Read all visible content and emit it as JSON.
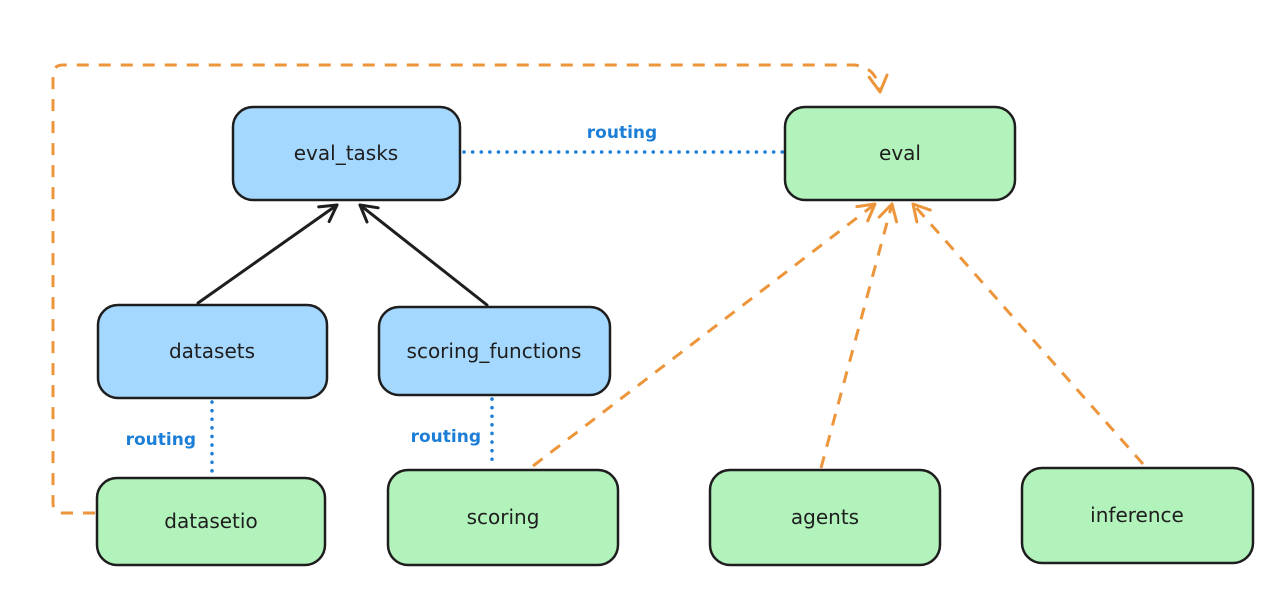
{
  "diagram": {
    "type": "architecture-routing-diagram",
    "colors": {
      "background": "#ffffff",
      "node_border": "#1e1e1e",
      "blue_node_fill": "#a5d8ff",
      "green_node_fill": "#b2f2bb",
      "routing_blue": "#1c7ed6",
      "orange_dashed": "#ec953b",
      "black_arrow": "#1e1e1e"
    },
    "nodes": {
      "eval_tasks": {
        "label": "eval_tasks",
        "fill": "#a5d8ff"
      },
      "eval": {
        "label": "eval",
        "fill": "#b2f2bb"
      },
      "datasets": {
        "label": "datasets",
        "fill": "#a5d8ff"
      },
      "scoring_functions": {
        "label": "scoring_functions",
        "fill": "#a5d8ff"
      },
      "datasetio": {
        "label": "datasetio",
        "fill": "#b2f2bb"
      },
      "scoring": {
        "label": "scoring",
        "fill": "#b2f2bb"
      },
      "agents": {
        "label": "agents",
        "fill": "#b2f2bb"
      },
      "inference": {
        "label": "inference",
        "fill": "#b2f2bb"
      }
    },
    "edges": [
      {
        "from": "eval_tasks",
        "to": "eval",
        "style": "dotted-blue",
        "label": "routing"
      },
      {
        "from": "datasets",
        "to": "eval_tasks",
        "style": "solid-black-arrow",
        "label": ""
      },
      {
        "from": "scoring_functions",
        "to": "eval_tasks",
        "style": "solid-black-arrow",
        "label": ""
      },
      {
        "from": "datasets",
        "to": "datasetio",
        "style": "dotted-blue",
        "label": "routing"
      },
      {
        "from": "scoring_functions",
        "to": "scoring",
        "style": "dotted-blue",
        "label": "routing"
      },
      {
        "from": "datasetio",
        "to": "eval",
        "style": "dashed-orange-arrow",
        "label": ""
      },
      {
        "from": "scoring",
        "to": "eval",
        "style": "dashed-orange-arrow",
        "label": ""
      },
      {
        "from": "agents",
        "to": "eval",
        "style": "dashed-orange-arrow",
        "label": ""
      },
      {
        "from": "inference",
        "to": "eval",
        "style": "dashed-orange-arrow",
        "label": ""
      }
    ]
  }
}
